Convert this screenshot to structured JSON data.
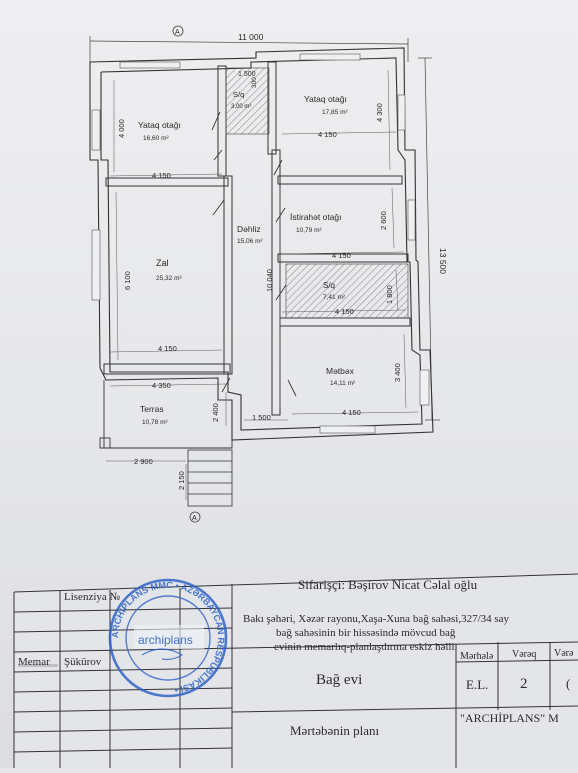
{
  "plan": {
    "overall_width": "11 000",
    "overall_depth": "13 500",
    "axis_top": "A",
    "axis_bottom": "A",
    "rooms": [
      {
        "name": "Yataq otağı",
        "area": "16,60 m²"
      },
      {
        "name": "S/q",
        "area": "3,00 m²"
      },
      {
        "name": "Yataq otağı",
        "area": "17,85 m²"
      },
      {
        "name": "Dəhliz",
        "area": "15,06 m²"
      },
      {
        "name": "İstirahət otağı",
        "area": "10,79 m²"
      },
      {
        "name": "Zal",
        "area": "25,32 m²"
      },
      {
        "name": "S/q",
        "area": "7,41 m²"
      },
      {
        "name": "Mətbəx",
        "area": "14,11 m²"
      },
      {
        "name": "Terras",
        "area": "10,78 m²"
      }
    ],
    "dims": {
      "d1500_top": "1 500",
      "d300": "300",
      "d4000": "4 000",
      "d4300": "4 300",
      "d4150_a": "4 150",
      "d4150_b": "4 150",
      "d4150_c": "4 150",
      "d4150_d": "4 150",
      "d4150_e": "4 150",
      "d4150_f": "4 150",
      "d6100": "6 100",
      "d2600": "2 600",
      "d10040": "10 040",
      "d1800": "1 800",
      "d4350": "4 350",
      "d2400": "2 400",
      "d1500_b": "1 500",
      "d3400": "3 400",
      "d2900": "2 900",
      "d2150": "2 150"
    }
  },
  "title_block": {
    "license": "Lisenziya №",
    "customer": "Sifarişçi: Bəşirov Nicat Cəlal oğlu",
    "address_1": "Bakı şəhəri, Xəzər rayonu,Xaşa-Xuna bağ sahəsi,327/34 say",
    "address_2": "bağ sahəsinin bir hissəsində mövcud bağ",
    "address_3": "evinin memarlıq-planlaşdırma eskiz həlli.",
    "architect_role": "Memar",
    "architect_name": "Şükürov",
    "project_name": "Bağ evi",
    "stage_header": "Mərhələ",
    "sheet_header": "Vərəq",
    "sheets_header": "Vərə",
    "stage_value": "E.L.",
    "sheet_value": "2",
    "sheets_value": "(",
    "drawing_title": "Mərtəbənin planı",
    "company": "\"ARCHİPLANS\" M"
  },
  "stamp": {
    "center_text": "archiplans",
    "ring_text": "ARCHIPLANS MMC • AZƏRBAYCAN RESPUBLİKASI •",
    "color": "#2f63c8"
  }
}
